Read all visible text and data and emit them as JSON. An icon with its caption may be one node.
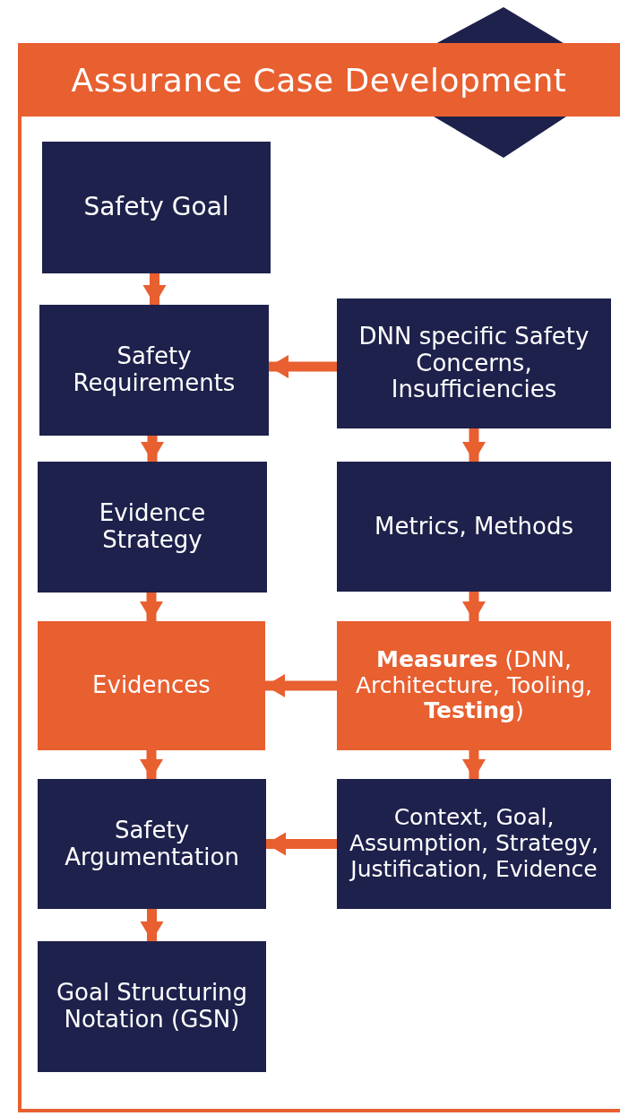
{
  "diagram": {
    "title": "Assurance Case Development",
    "nodes": [
      {
        "text": [
          "Safety Goal"
        ]
      },
      {
        "text": [
          "Safety Requirements"
        ]
      },
      {
        "text": [
          "DNN specific Safety Concerns, Insufficiencies"
        ]
      },
      {
        "text": [
          "Evidence Strategy"
        ]
      },
      {
        "text": [
          "Metrics, Methods"
        ]
      },
      {
        "text": [
          "Evidences"
        ]
      },
      {
        "text": [
          "**Measures** (DNN, Architecture, Tooling, **Testing**)"
        ]
      },
      {
        "text": [
          "Safety Argumentation"
        ]
      },
      {
        "text": [
          "Context, Goal, Assumption, Strategy, Justification, Evidence"
        ]
      },
      {
        "text": [
          "Goal Structuring Notation (GSN)"
        ]
      }
    ],
    "edges": [
      {
        "from": 0,
        "to": 1,
        "arrow": "to"
      },
      {
        "from": 2,
        "to": 1,
        "arrow": "to"
      },
      {
        "from": 1,
        "to": 3,
        "arrow": "to"
      },
      {
        "from": 2,
        "to": 4,
        "arrow": "to"
      },
      {
        "from": 3,
        "to": 5,
        "arrow": "to"
      },
      {
        "from": 4,
        "to": 6,
        "arrow": "to"
      },
      {
        "from": 6,
        "to": 5,
        "arrow": "to"
      },
      {
        "from": 5,
        "to": 7,
        "arrow": "to"
      },
      {
        "from": 6,
        "to": 8,
        "arrow": "to"
      },
      {
        "from": 8,
        "to": 7,
        "arrow": "to"
      },
      {
        "from": 7,
        "to": 9,
        "arrow": "to"
      }
    ]
  }
}
